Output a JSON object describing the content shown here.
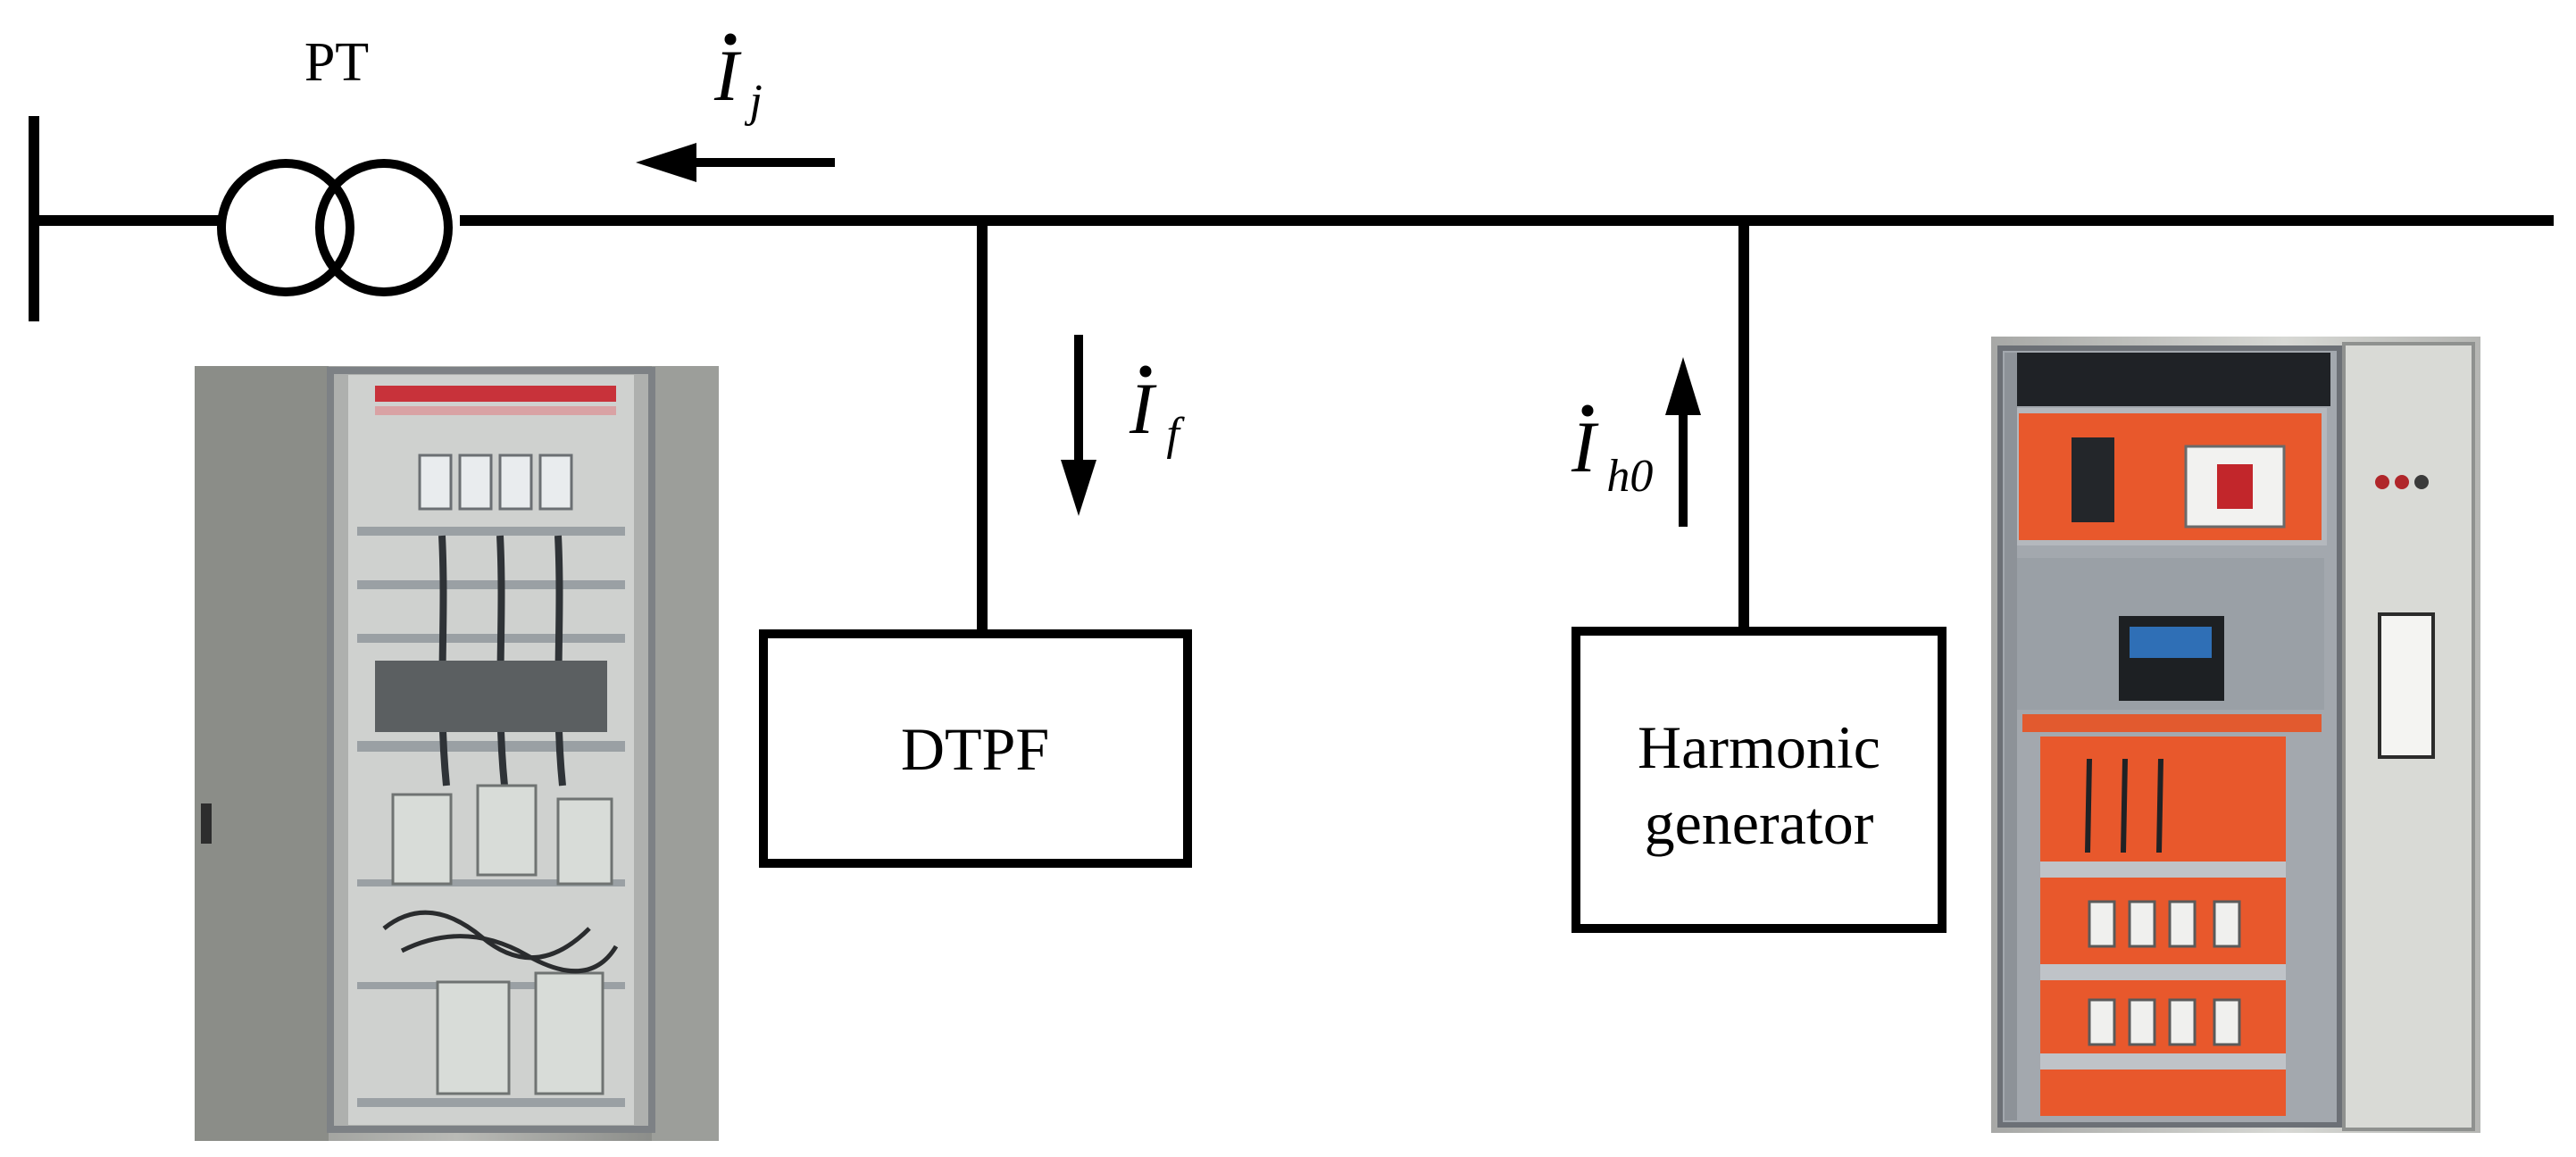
{
  "labels": {
    "transformer": "PT",
    "filter_box": "DTPF",
    "generator_box_line1": "Harmonic",
    "generator_box_line2": "generator"
  },
  "currents": {
    "grid": {
      "symbol": "I",
      "subscript": "j"
    },
    "filter": {
      "symbol": "I",
      "subscript": "f"
    },
    "harmonic": {
      "symbol": "I",
      "subscript": "h0"
    }
  },
  "colors": {
    "line": "#000000",
    "cabinet_frame": "#9a9ea3",
    "cabinet_orange": "#e8582c"
  }
}
